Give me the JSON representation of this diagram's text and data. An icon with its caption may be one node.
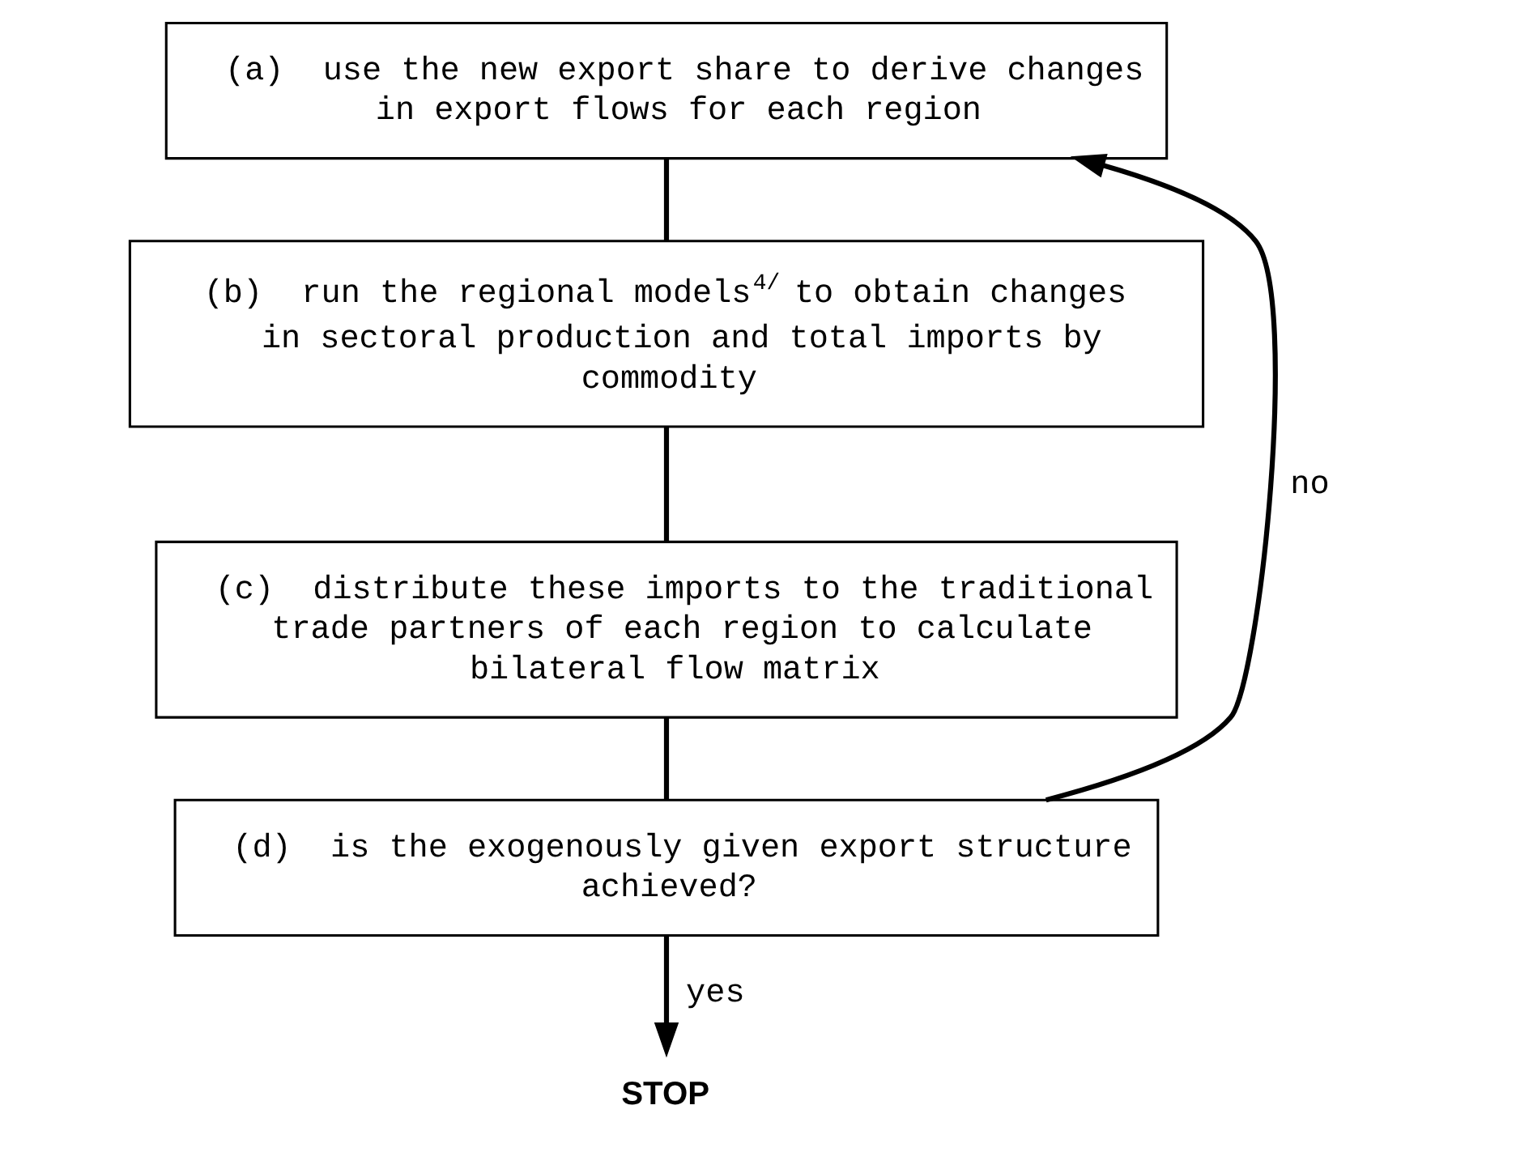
{
  "diagram": {
    "nodes": [
      {
        "text": [
          "(a)  use the new export share to derive changes in export flows for each region"
        ]
      },
      {
        "text": [
          "(b)  run the regional models$^{4/}$ to obtain changes in sectoral production and total imports by commodity"
        ]
      },
      {
        "text": [
          "(c)  distribute these imports to the traditional trade partners of each region to calculate bilateral flow matrix"
        ]
      },
      {
        "text": [
          "(d)  is the exogenously given export structure achieved?"
        ]
      },
      {
        "text": [
          "STOP"
        ]
      }
    ],
    "edges": [
      {
        "from": 0,
        "to": 1,
        "arrow": "none"
      },
      {
        "from": 1,
        "to": 2,
        "arrow": "none"
      },
      {
        "from": 2,
        "to": 3,
        "arrow": "none"
      },
      {
        "from": 3,
        "to": 4,
        "arrow": "to",
        "label": "yes"
      },
      {
        "from": 3,
        "to": 0,
        "arrow": "to",
        "label": "no"
      }
    ]
  }
}
